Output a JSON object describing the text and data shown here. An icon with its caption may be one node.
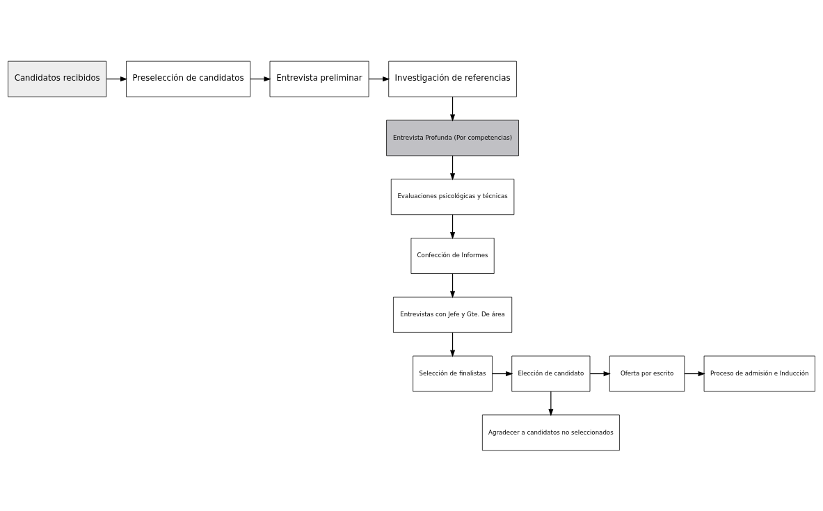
{
  "diagram": {
    "nodes": [
      {
        "text": [
          "Candidatos recibidos"
        ]
      },
      {
        "text": [
          "Preselección de candidatos"
        ]
      },
      {
        "text": [
          "Entrevista preliminar"
        ]
      },
      {
        "text": [
          "Investigación de referencias"
        ]
      },
      {
        "text": [
          "Entrevista Profunda (Por competencias)"
        ]
      },
      {
        "text": [
          "Evaluaciones psicológicas y técnicas"
        ]
      },
      {
        "text": [
          "Confección de Informes"
        ]
      },
      {
        "text": [
          "Entrevistas con Jefe y Gte. De área"
        ]
      },
      {
        "text": [
          "Selección de finalistas"
        ]
      },
      {
        "text": [
          "Elección de candidato"
        ]
      },
      {
        "text": [
          "Oferta por escrito"
        ]
      },
      {
        "text": [
          "Proceso de admisión e Inducción"
        ]
      },
      {
        "text": [
          "Agradecer a candidatos no seleccionados"
        ]
      }
    ],
    "edges": [
      {
        "from": 0,
        "to": 1,
        "arrow": "to"
      },
      {
        "from": 1,
        "to": 2,
        "arrow": "to"
      },
      {
        "from": 2,
        "to": 3,
        "arrow": "to"
      },
      {
        "from": 3,
        "to": 4,
        "arrow": "to"
      },
      {
        "from": 4,
        "to": 5,
        "arrow": "to"
      },
      {
        "from": 5,
        "to": 6,
        "arrow": "to"
      },
      {
        "from": 6,
        "to": 7,
        "arrow": "to"
      },
      {
        "from": 7,
        "to": 8,
        "arrow": "to"
      },
      {
        "from": 8,
        "to": 9,
        "arrow": "to"
      },
      {
        "from": 9,
        "to": 10,
        "arrow": "to"
      },
      {
        "from": 10,
        "to": 11,
        "arrow": "to"
      },
      {
        "from": 9,
        "to": 12,
        "arrow": "to"
      }
    ]
  }
}
